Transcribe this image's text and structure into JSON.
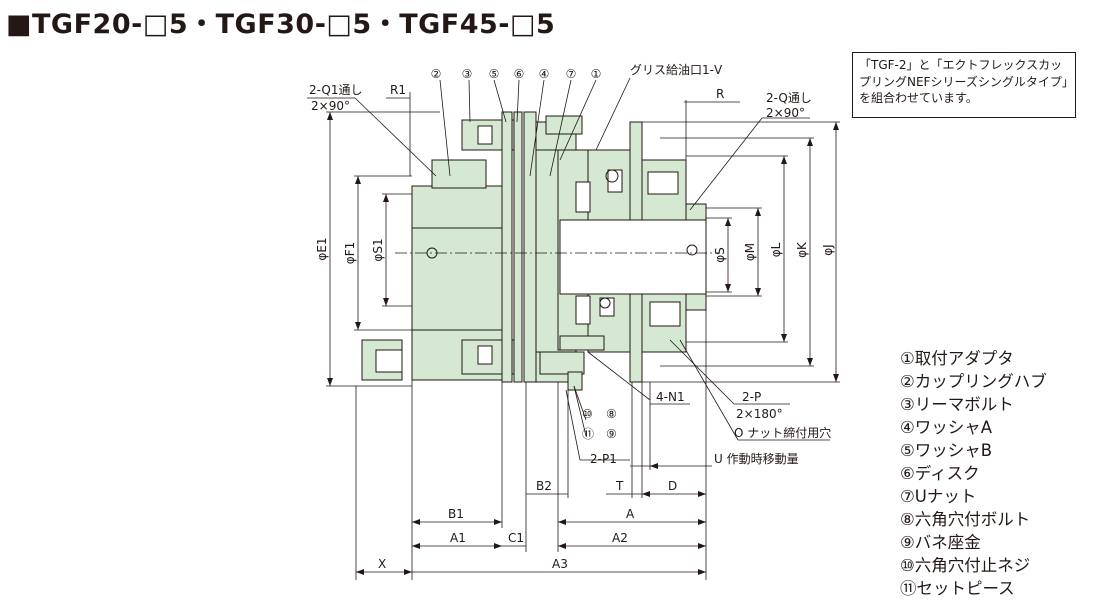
{
  "title": "■TGF20-□5・TGF30-□5・TGF45-□5",
  "note": "「TGF-2」と「エクトフレックスカップリングNEFシリーズシングルタイプ」を組合わせています。",
  "callouts": [
    "②",
    "③",
    "⑤",
    "⑥",
    "④",
    "⑦",
    "①"
  ],
  "labels": {
    "grease": "グリス給油口1-V",
    "q1_hole": "2-Q1通し",
    "q1_angle": "2×90°",
    "r1": "R1",
    "r": "R",
    "q_hole": "2-Q通し",
    "q_angle": "2×90°",
    "e1": "φE1",
    "f1": "φF1",
    "s1": "φS1",
    "s": "φS",
    "m": "φM",
    "l": "φL",
    "k": "φK",
    "j": "φJ",
    "n1": "4-N1",
    "p": "2-P",
    "p_angle": "2×180°",
    "o_hole": "O ナット締付用穴",
    "c10": "⑩",
    "c8": "⑧",
    "c11": "⑪",
    "c9": "⑨",
    "p1": "2-P1",
    "u_move": "U 作動時移動量",
    "b2": "B2",
    "t": "T",
    "d": "D",
    "b1": "B1",
    "a": "A",
    "a1": "A1",
    "c1": "C1",
    "a2": "A2",
    "x": "X",
    "a3": "A3"
  },
  "legend": [
    "①取付アダプタ",
    "②カップリングハブ",
    "③リーマボルト",
    "④ワッシャA",
    "⑤ワッシャB",
    "⑥ディスク",
    "⑦Uナット",
    "⑧六角穴付ボルト",
    "⑨バネ座金",
    "⑩六角穴付止ネジ",
    "⑪セットピース"
  ],
  "colors": {
    "part_fill": "#d4e8d2",
    "line": "#231815"
  }
}
